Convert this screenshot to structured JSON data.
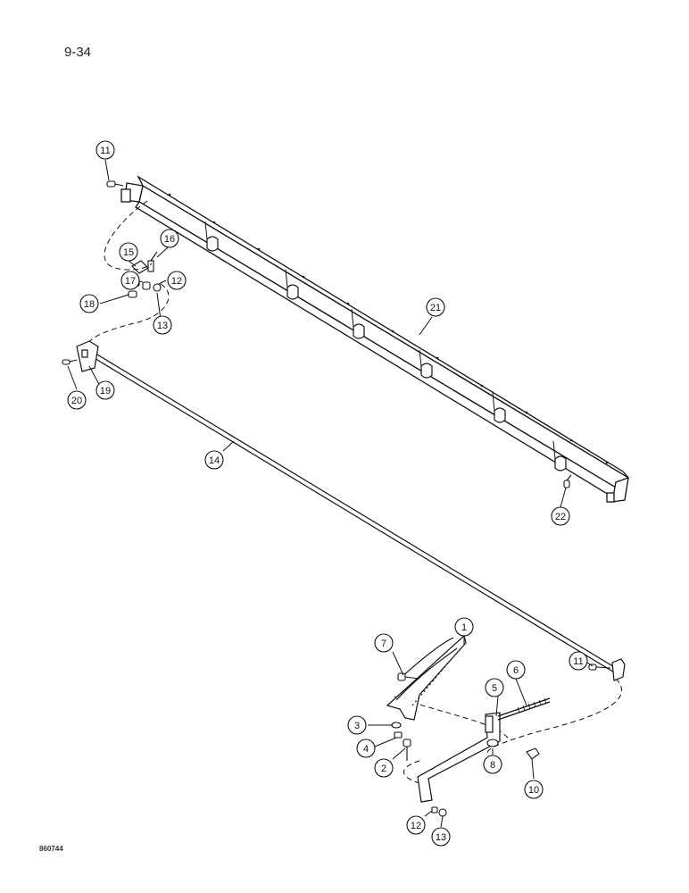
{
  "page": {
    "page_number": "9-34",
    "drawing_code": "860744"
  },
  "callouts": [
    {
      "id": "c11a",
      "label": "11"
    },
    {
      "id": "c15",
      "label": "15"
    },
    {
      "id": "c16",
      "label": "16"
    },
    {
      "id": "c17",
      "label": "17"
    },
    {
      "id": "c12a",
      "label": "12"
    },
    {
      "id": "c18",
      "label": "18"
    },
    {
      "id": "c13a",
      "label": "13"
    },
    {
      "id": "c21",
      "label": "21"
    },
    {
      "id": "c19",
      "label": "19"
    },
    {
      "id": "c20",
      "label": "20"
    },
    {
      "id": "c14",
      "label": "14"
    },
    {
      "id": "c22",
      "label": "22"
    },
    {
      "id": "c7",
      "label": "7"
    },
    {
      "id": "c1",
      "label": "1"
    },
    {
      "id": "c11b",
      "label": "11"
    },
    {
      "id": "c6",
      "label": "6"
    },
    {
      "id": "c5",
      "label": "5"
    },
    {
      "id": "c3",
      "label": "3"
    },
    {
      "id": "c4",
      "label": "4"
    },
    {
      "id": "c2",
      "label": "2"
    },
    {
      "id": "c8",
      "label": "8"
    },
    {
      "id": "c10",
      "label": "10"
    },
    {
      "id": "c12b",
      "label": "12"
    },
    {
      "id": "c13b",
      "label": "13"
    }
  ]
}
